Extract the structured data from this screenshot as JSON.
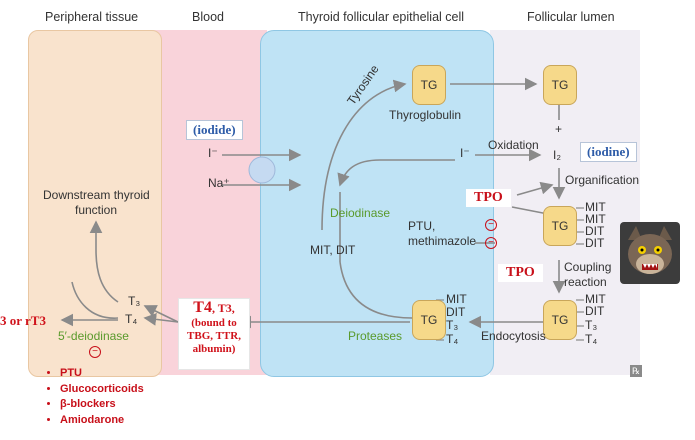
{
  "columns": {
    "peripheral": "Peripheral tissue",
    "blood": "Blood",
    "cell": "Thyroid follicular epithelial cell",
    "lumen": "Follicular lumen"
  },
  "labels": {
    "iodide": "(iodide)",
    "iodine": "(iodine)",
    "i_minus_blood": "I⁻",
    "na_plus": "Na⁺",
    "i_minus_cell": "I⁻",
    "oxidation": "Oxidation",
    "i2": "I₂",
    "plus": "+",
    "tyrosine": "Tyrosine",
    "thyroglobulin": "Thyroglobulin",
    "organification": "Organification",
    "deiodinase": "Deiodinase",
    "ptu_methimazole_1": "PTU,",
    "ptu_methimazole_2": "methimazole",
    "mit_dit": "MIT, DIT",
    "proteases": "Proteases",
    "endocytosis": "Endocytosis",
    "coupling_1": "Coupling",
    "coupling_2": "reaction",
    "downstream_1": "Downstream thyroid",
    "downstream_2": "function",
    "t3": "T₃",
    "t4": "T₄",
    "deiodinase_5": "5′-deiodinase",
    "t3_rt3": "3 or rT3",
    "tpo_1": "TPO",
    "tpo_2": "TPO",
    "t4_bound_1": "T4",
    "t4_bound_2": ", T3,",
    "t4_bound_3": "(bound to",
    "t4_bound_4": "TBG, TTR,",
    "t4_bound_5": "albumin)",
    "tg": "TG",
    "inhibit": "−"
  },
  "tg_stacks": {
    "lumen_mid": [
      "MIT",
      "MIT",
      "DIT",
      "DIT"
    ],
    "lumen_bottom": [
      "MIT",
      "DIT",
      "T₃",
      "T₄"
    ],
    "cell_bottom": [
      "MIT",
      "DIT",
      "T₃",
      "T₄"
    ]
  },
  "drugs": [
    "PTU",
    "Glucocorticoids",
    "β-blockers",
    "Amiodarone"
  ],
  "colors": {
    "peripheral_bg": "#f9e3cd",
    "blood_bg": "#f9d3da",
    "cell_bg": "#bfe3f5",
    "lumen_bg": "#f1eef4",
    "tg_fill": "#f6d98a",
    "arrow": "#8a8a8a",
    "red": "#c8101a",
    "green": "#5a9a2c",
    "blue": "#2e5ca8"
  }
}
